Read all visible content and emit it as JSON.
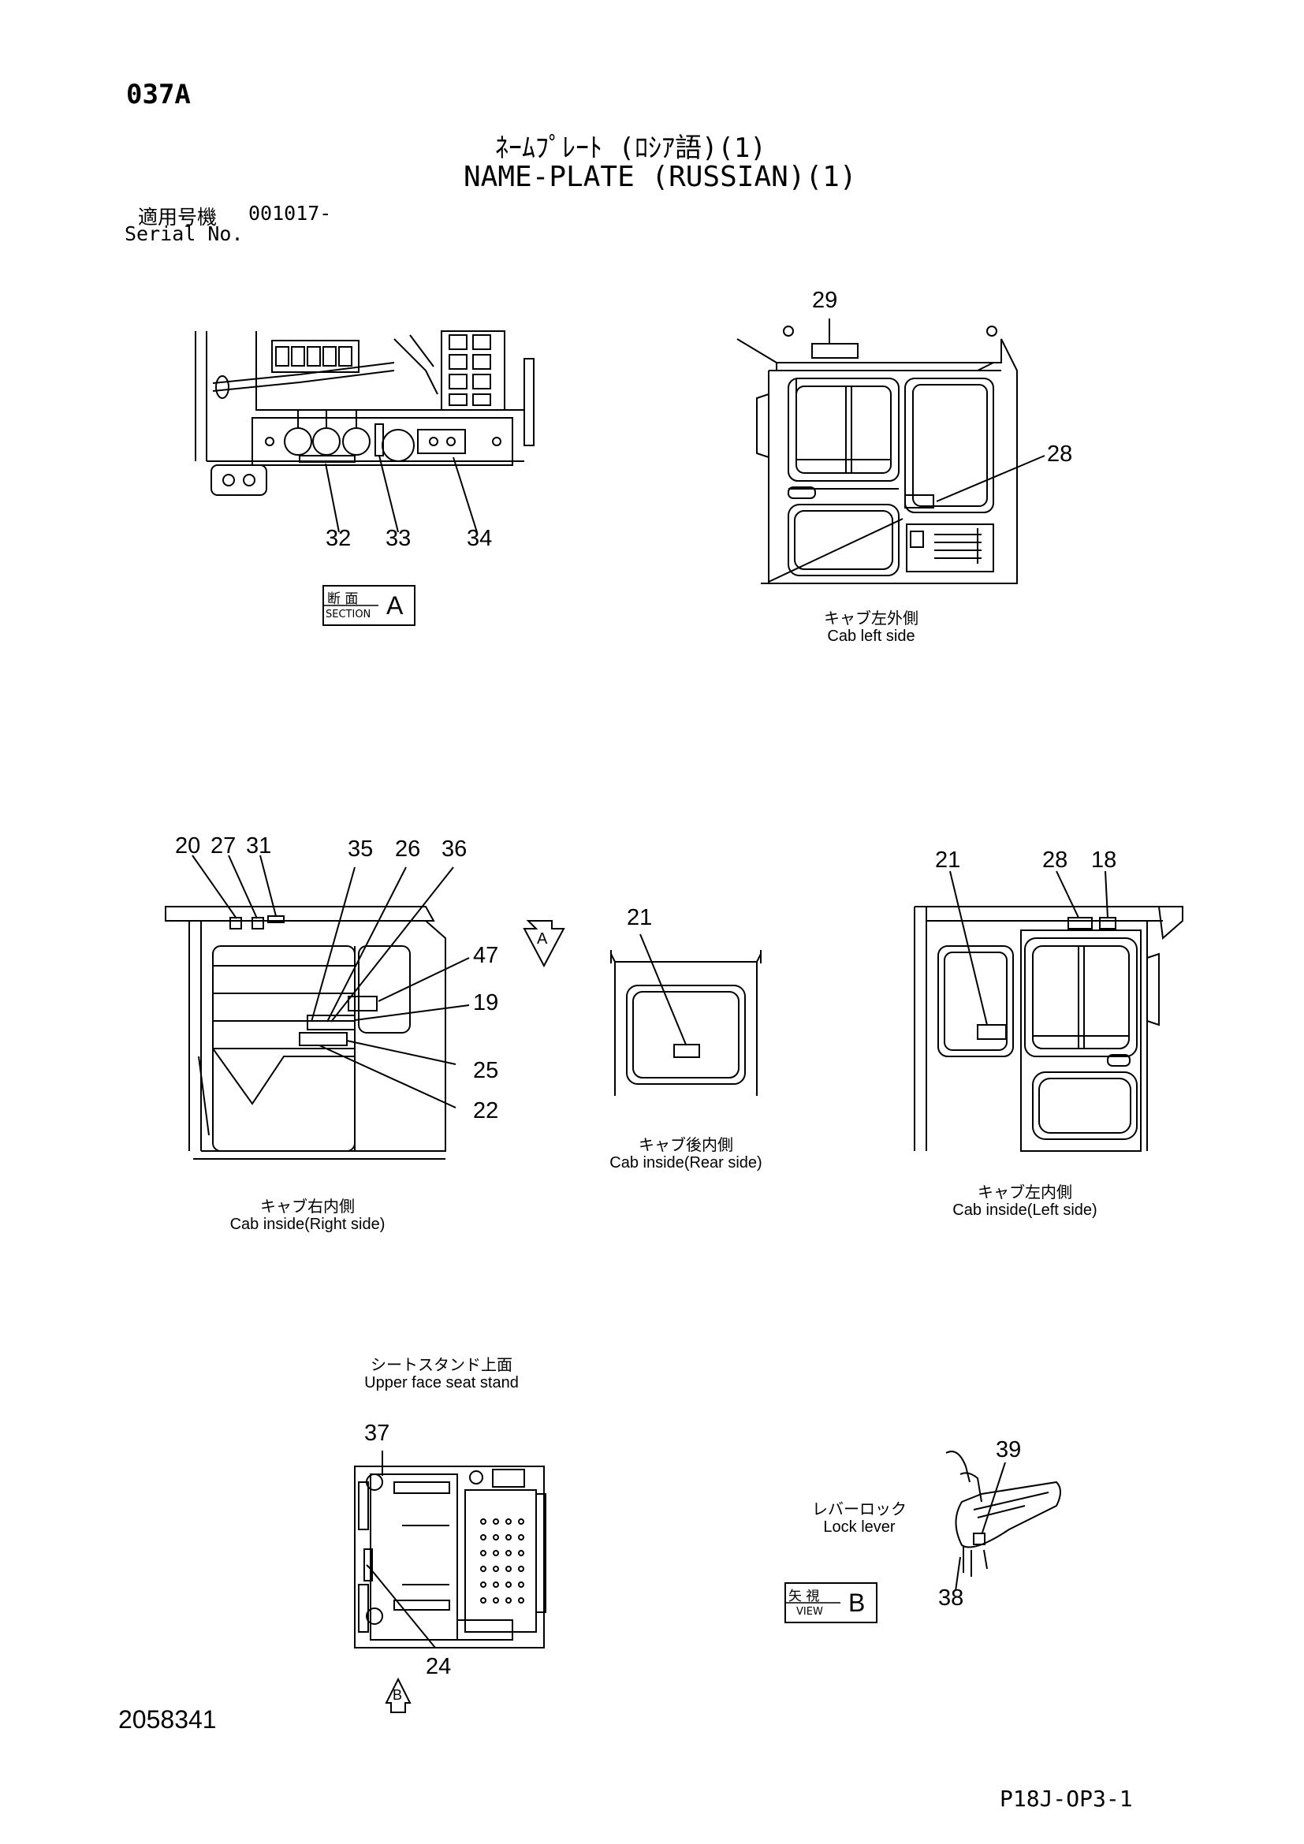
{
  "header": {
    "page_code": "037A",
    "title_jp": "ﾈｰﾑﾌﾟﾚｰﾄ (ﾛｼｱ語)(1)",
    "title_en": "NAME-PLATE (RUSSIAN)(1)",
    "serial_label_jp": "適用号機",
    "serial_value": "001017-",
    "serial_label_en": "Serial No."
  },
  "views": {
    "section_a": {
      "callouts": [
        "32",
        "33",
        "34"
      ],
      "tag_jp": "断 面",
      "tag_en": "SECTION",
      "tag_letter": "A"
    },
    "cab_left_side": {
      "callouts": [
        "29",
        "28"
      ],
      "caption_jp": "キャブ左外側",
      "caption_en": "Cab left side"
    },
    "cab_inside_right": {
      "callouts": [
        "20",
        "27",
        "31",
        "35",
        "26",
        "36",
        "47",
        "19",
        "25",
        "22"
      ],
      "caption_jp": "キャブ右内側",
      "caption_en": "Cab inside(Right side)",
      "arrow_letter": "A"
    },
    "cab_inside_rear": {
      "callouts": [
        "21"
      ],
      "caption_jp": "キャブ後内側",
      "caption_en": "Cab inside(Rear side)"
    },
    "cab_inside_left": {
      "callouts": [
        "21",
        "28",
        "18"
      ],
      "caption_jp": "キャブ左内側",
      "caption_en": "Cab inside(Left side)"
    },
    "seat_stand": {
      "callouts": [
        "37",
        "24"
      ],
      "caption_jp": "シートスタンド上面",
      "caption_en": "Upper face seat stand",
      "arrow_letter": "B"
    },
    "lock_lever": {
      "callouts": [
        "39",
        "38"
      ],
      "caption_jp": "レバーロック",
      "caption_en": "Lock lever",
      "tag_jp": "矢 視",
      "tag_en": "VIEW",
      "tag_letter": "B"
    }
  },
  "footer": {
    "doc_number": "2058341",
    "sheet_code": "P18J-OP3-1"
  }
}
